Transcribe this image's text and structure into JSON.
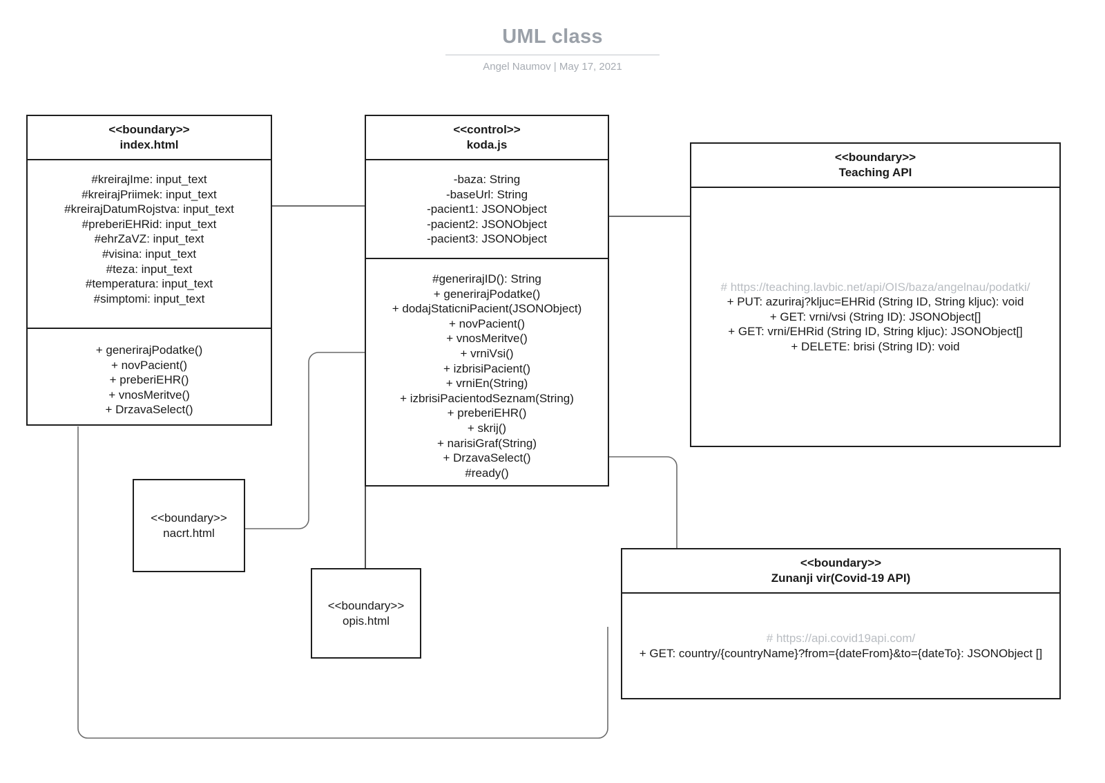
{
  "title": {
    "heading": "UML class",
    "author": "Angel Naumov",
    "separator": "|",
    "date": "May 17, 2021",
    "meta": "Angel Naumov  |  May 17, 2021"
  },
  "classes": {
    "index": {
      "stereotype": "<<boundary>>",
      "name": "index.html",
      "attributes": [
        "#kreirajIme: input_text",
        "#kreirajPriimek: input_text",
        "#kreirajDatumRojstva: input_text",
        "#preberiEHRid: input_text",
        "#ehrZaVZ: input_text",
        "#visina: input_text",
        "#teza: input_text",
        "#temperatura: input_text",
        "#simptomi: input_text"
      ],
      "methods": [
        "+ generirajPodatke()",
        "+ novPacient()",
        "+ preberiEHR()",
        "+ vnosMeritve()",
        "+ DrzavaSelect()"
      ]
    },
    "koda": {
      "stereotype": "<<control>>",
      "name": "koda.js",
      "attributes": [
        "-baza: String",
        "-baseUrl: String",
        "-pacient1: JSONObject",
        "-pacient2: JSONObject",
        "-pacient3: JSONObject"
      ],
      "methods": [
        "#generirajID(): String",
        "+ generirajPodatke()",
        "+ dodajStaticniPacient(JSONObject)",
        "+ novPacient()",
        "+ vnosMeritve()",
        "+ vrniVsi()",
        "+ izbrisiPacient()",
        "+ vrniEn(String)",
        "+ izbrisiPacientodSeznam(String)",
        "+ preberiEHR()",
        "+ skrij()",
        "+ narisiGraf(String)",
        "+ DrzavaSelect()",
        "#ready()"
      ]
    },
    "teaching": {
      "stereotype": "<<boundary>>",
      "name": "Teaching API",
      "url": "# https://teaching.lavbic.net/api/OIS/baza/angelnau/podatki/",
      "operations": [
        "+ PUT: azuriraj?kljuc=EHRid (String ID, String kljuc): void",
        "+ GET: vrni/vsi (String ID): JSONObject[]",
        "+ GET: vrni/EHRid (String ID, String kljuc): JSONObject[]",
        "+ DELETE: brisi (String ID): void"
      ]
    },
    "covid": {
      "stereotype": "<<boundary>>",
      "name": "Zunanji vir(Covid-19 API)",
      "url": "# https://api.covid19api.com/",
      "operations": [
        "+ GET: country/{countryName}?from={dateFrom}&to={dateTo}: JSONObject []"
      ]
    },
    "nacrt": {
      "stereotype": "<<boundary>>",
      "name": "nacrt.html"
    },
    "opis": {
      "stereotype": "<<boundary>>",
      "name": "opis.html"
    }
  },
  "colors": {
    "stroke": "#1e1e1e",
    "connector": "#545454",
    "title": "#9aa0a8",
    "meta": "#a7acb3",
    "url": "#b9bdc2",
    "background": "#ffffff"
  }
}
